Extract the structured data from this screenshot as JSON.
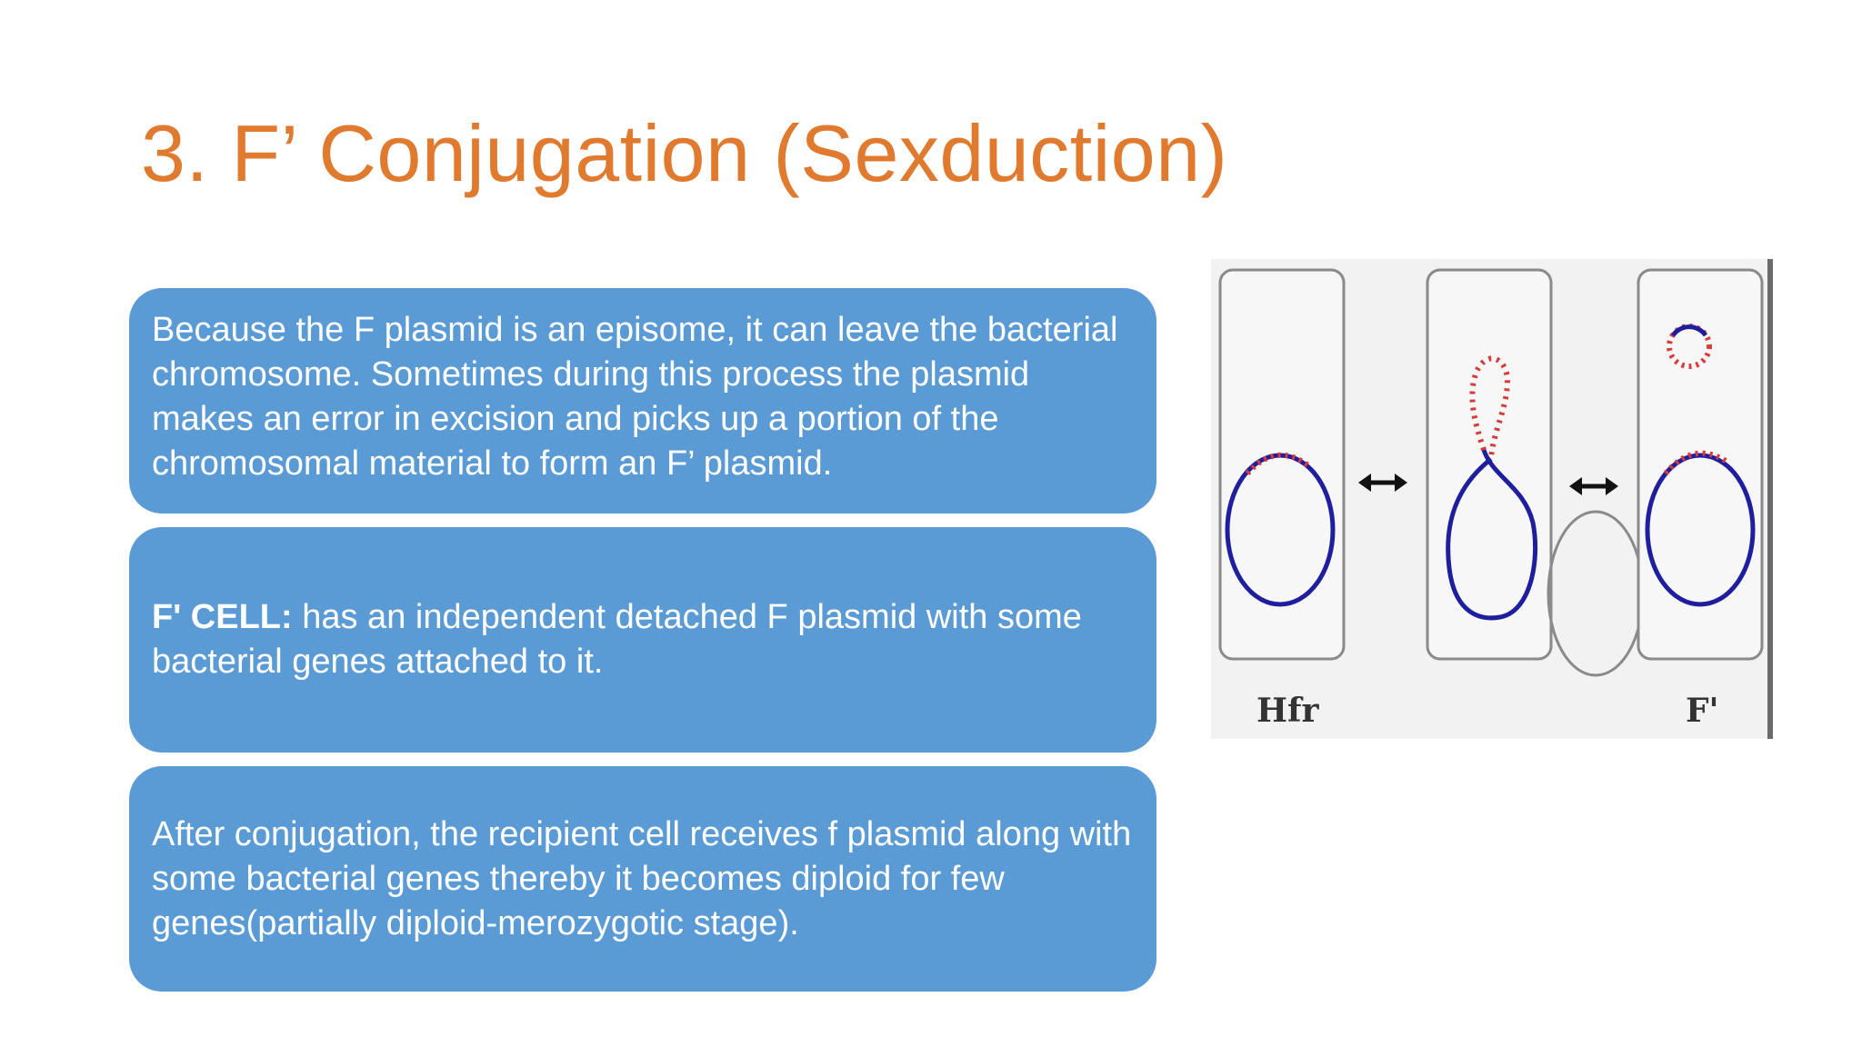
{
  "slide": {
    "title": "3. F’ Conjugation (Sexduction)"
  },
  "boxes": [
    {
      "text": "Because the F plasmid is an episome, it can leave the bacterial chromosome. Sometimes during this process the plasmid makes an error in excision and picks up a portion of the chromosomal material to form an F’ plasmid."
    },
    {
      "label": "F' CELL:",
      "text": " has an independent detached F plasmid with some bacterial genes attached to it."
    },
    {
      "text": "After conjugation, the recipient cell receives f plasmid along with some bacterial genes thereby it becomes diploid for few genes(partially diploid-merozygotic stage)."
    }
  ],
  "figure": {
    "left_label": "Hfr",
    "right_label": "F'",
    "colors": {
      "chromosome": "#1f1f9e",
      "plasmid": "#d93a3a",
      "cell_outline": "#888888"
    }
  }
}
